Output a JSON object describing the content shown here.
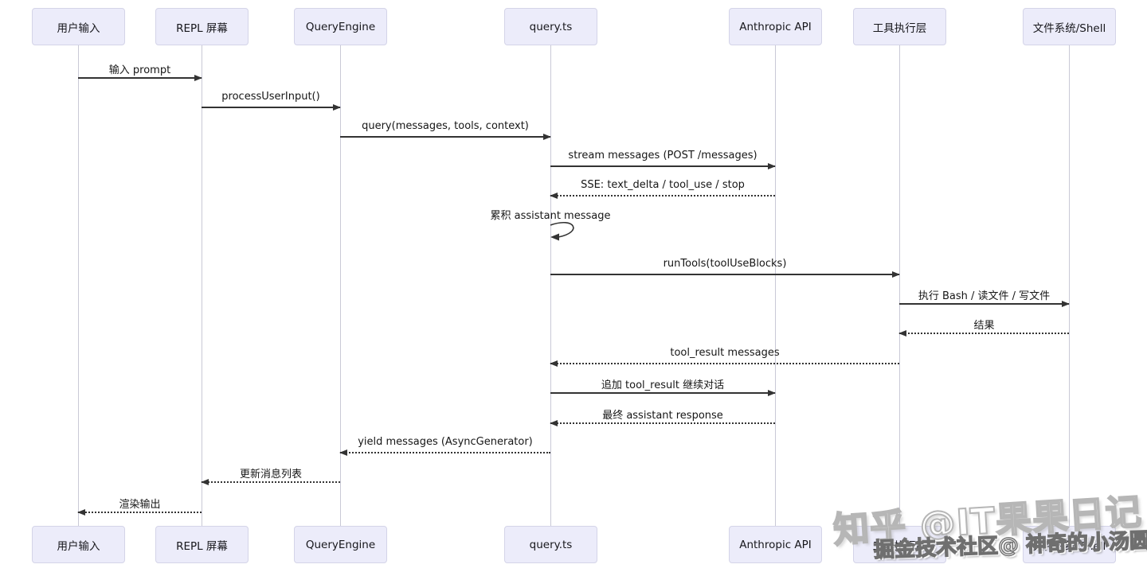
{
  "diagram": {
    "type": "sequence-diagram",
    "actors": [
      {
        "id": "user-input",
        "label": "用户输入"
      },
      {
        "id": "repl-screen",
        "label": "REPL 屏幕"
      },
      {
        "id": "query-engine",
        "label": "QueryEngine"
      },
      {
        "id": "query-ts",
        "label": "query.ts"
      },
      {
        "id": "anthropic-api",
        "label": "Anthropic API"
      },
      {
        "id": "tool-exec-layer",
        "label": "工具执行层"
      },
      {
        "id": "filesystem-shell",
        "label": "文件系统/Shell"
      }
    ],
    "messages": [
      {
        "from": "用户输入",
        "to": "REPL 屏幕",
        "label": "输入 prompt",
        "line": "solid"
      },
      {
        "from": "REPL 屏幕",
        "to": "QueryEngine",
        "label": "processUserInput()",
        "line": "solid"
      },
      {
        "from": "QueryEngine",
        "to": "query.ts",
        "label": "query(messages, tools, context)",
        "line": "solid"
      },
      {
        "from": "query.ts",
        "to": "Anthropic API",
        "label": "stream messages (POST /messages)",
        "line": "solid"
      },
      {
        "from": "Anthropic API",
        "to": "query.ts",
        "label": "SSE: text_delta / tool_use / stop",
        "line": "dashed"
      },
      {
        "from": "query.ts",
        "to": "query.ts",
        "label": "累积 assistant message",
        "line": "self"
      },
      {
        "from": "query.ts",
        "to": "工具执行层",
        "label": "runTools(toolUseBlocks)",
        "line": "solid"
      },
      {
        "from": "工具执行层",
        "to": "文件系统/Shell",
        "label": "执行 Bash / 读文件 / 写文件",
        "line": "solid"
      },
      {
        "from": "文件系统/Shell",
        "to": "工具执行层",
        "label": "结果",
        "line": "dashed"
      },
      {
        "from": "工具执行层",
        "to": "query.ts",
        "label": "tool_result messages",
        "line": "dashed"
      },
      {
        "from": "query.ts",
        "to": "Anthropic API",
        "label": "追加 tool_result 继续对话",
        "line": "solid"
      },
      {
        "from": "Anthropic API",
        "to": "query.ts",
        "label": "最终 assistant response",
        "line": "dashed"
      },
      {
        "from": "query.ts",
        "to": "QueryEngine",
        "label": "yield messages (AsyncGenerator)",
        "line": "dashed"
      },
      {
        "from": "QueryEngine",
        "to": "REPL 屏幕",
        "label": "更新消息列表",
        "line": "dashed"
      },
      {
        "from": "REPL 屏幕",
        "to": "用户输入",
        "label": "渲染输出",
        "line": "dashed"
      }
    ]
  },
  "watermarks": {
    "primary": "知乎 @IT果果日记",
    "secondary": "掘金技术社区@ 神奇的小汤圆"
  },
  "colors": {
    "background": "#FFFFFF",
    "actor_fill": "#ECECFA",
    "actor_border": "#D4D4E8",
    "lifeline": "#C9C9D6",
    "arrow": "#333333",
    "text": "#161616",
    "watermark_outline": "#B6B6B6"
  }
}
